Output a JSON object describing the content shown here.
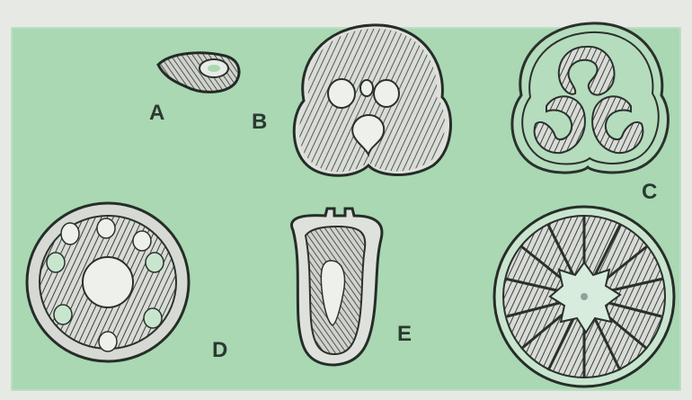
{
  "figure": {
    "background_color": "#a9d8b3",
    "ink_color": "#2f3b33",
    "labels": {
      "a": "A",
      "b": "B",
      "c": "C",
      "d": "D",
      "e": "E"
    }
  }
}
